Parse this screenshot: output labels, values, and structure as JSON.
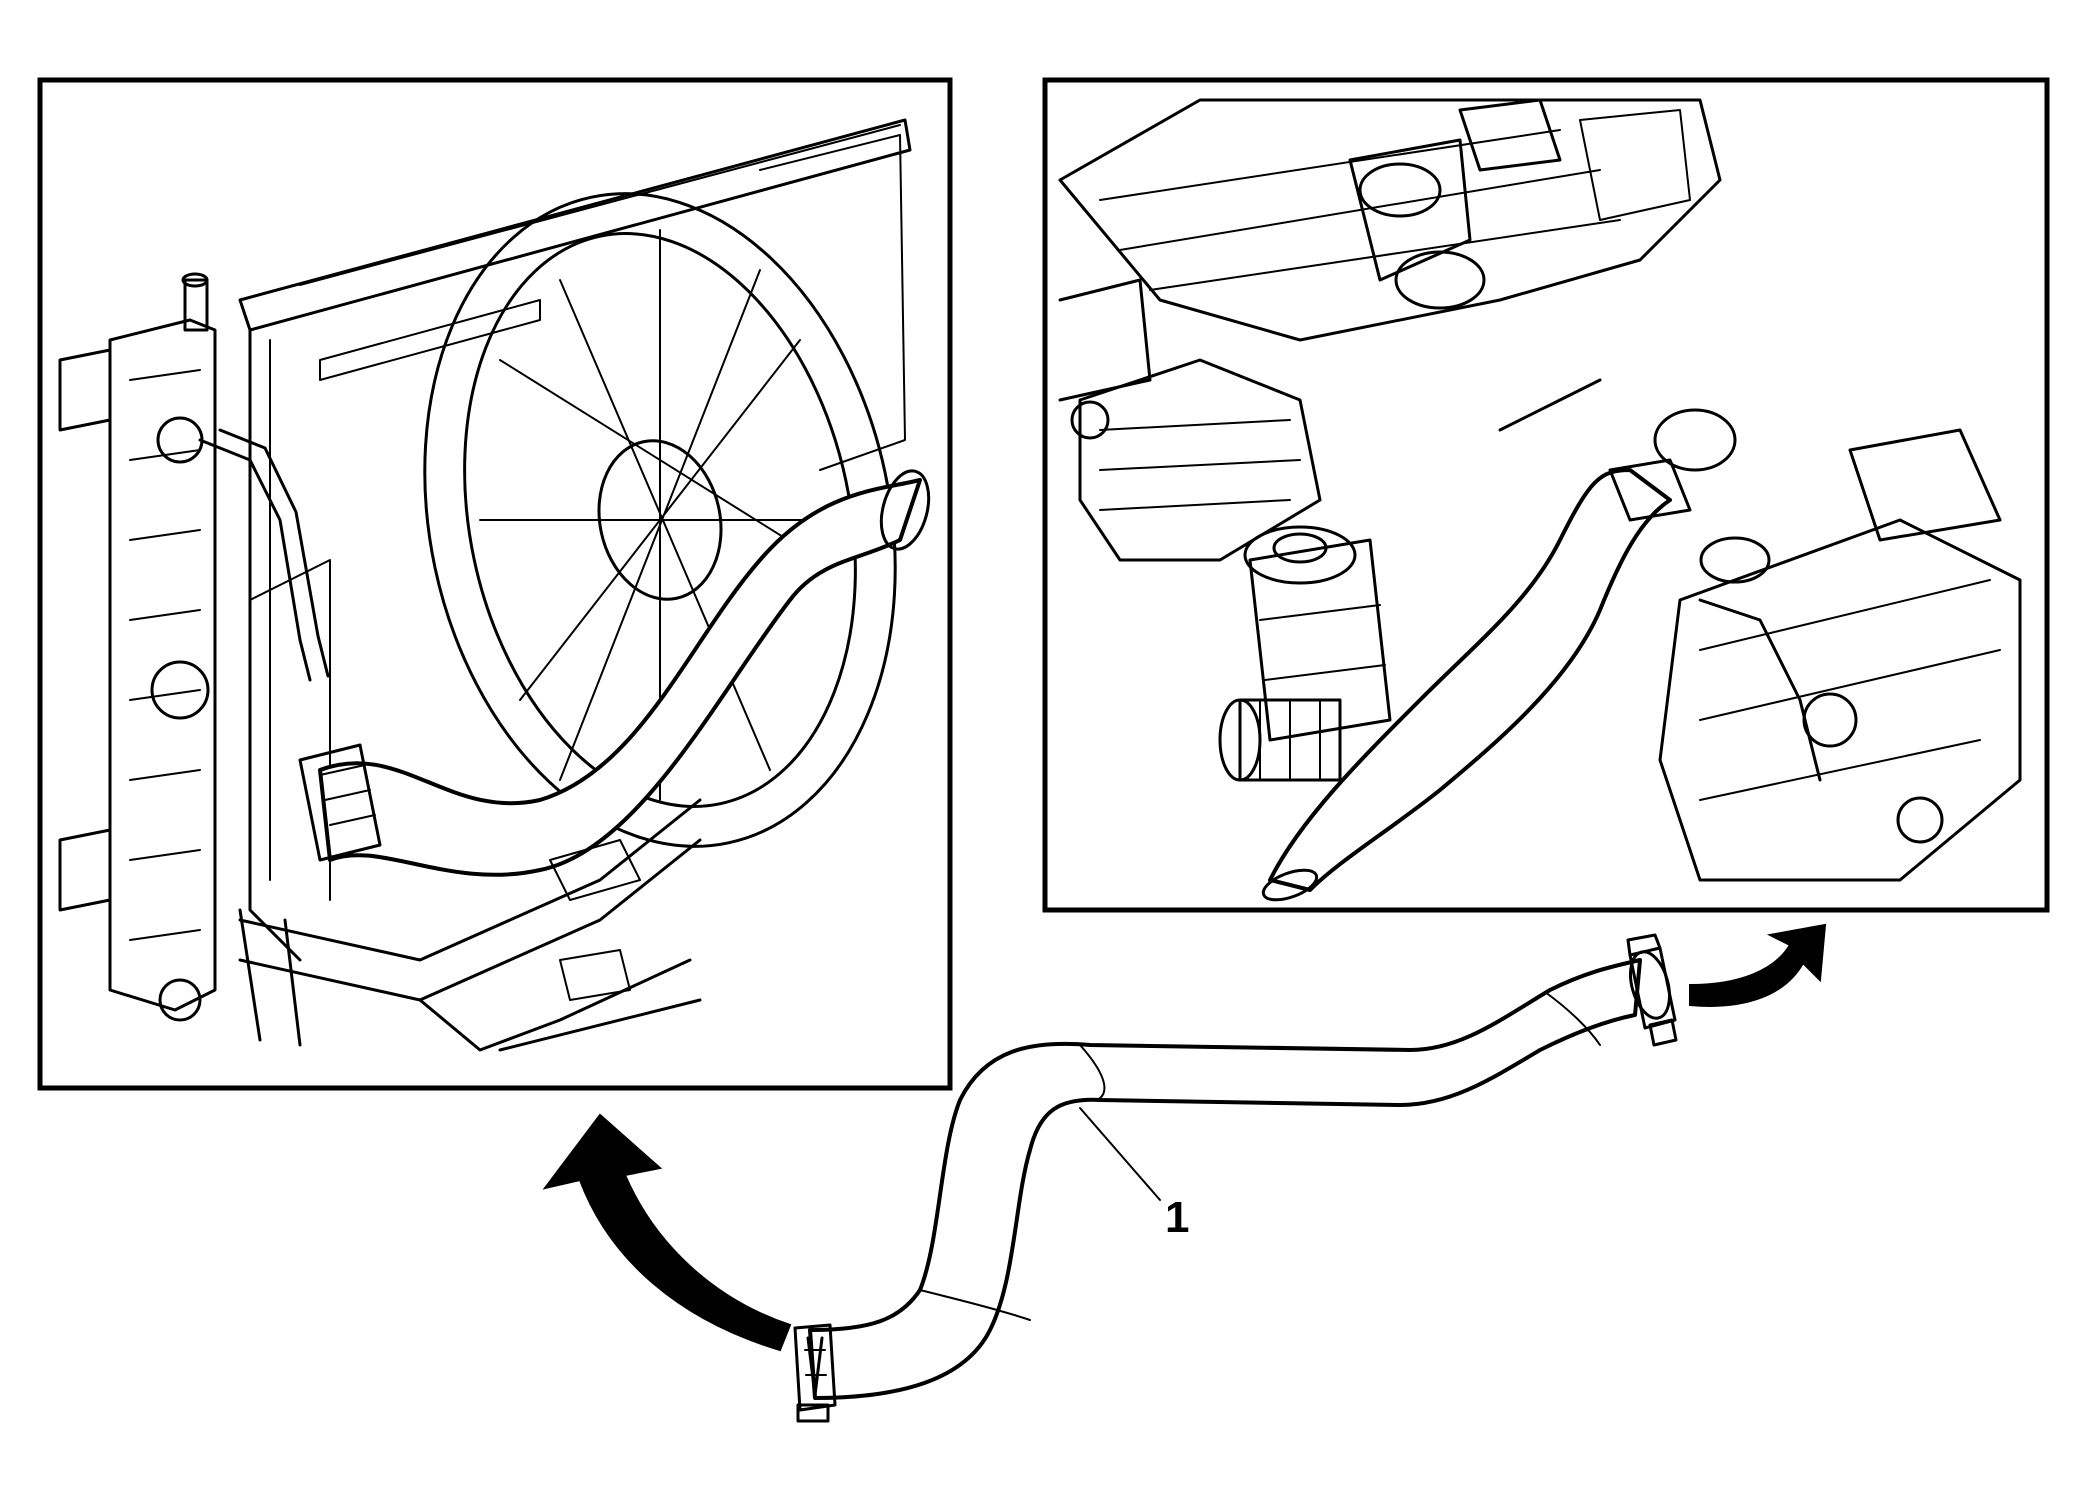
{
  "callouts": [
    {
      "id": "1",
      "label": "1"
    }
  ],
  "icons": {
    "arrow_left": "curved-arrow-up-left-icon",
    "arrow_right": "curved-arrow-up-right-icon",
    "hose": "radiator-outlet-hose",
    "clamp": "hose-clamp"
  }
}
